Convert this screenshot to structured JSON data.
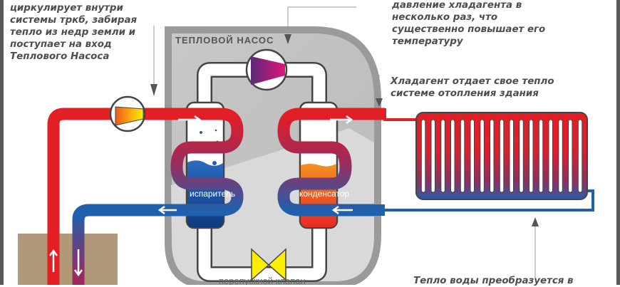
{
  "diagram": {
    "title": "ТЕПЛОВОЙ НАСОС",
    "components": {
      "evaporator_label": "испаритель",
      "condenser_label": "конденсатор",
      "bypass_valve_label": "перепускной клапан"
    },
    "notes": {
      "left": "циркулирует внутри\nсистемы тркб, забирая\nтепло из недр земли и\nпоступает на вход\nТеплового Насоса",
      "top_right": "давление хладагента в\nнесколько раз, что\nсущественно повышает его\nтемпературу",
      "right": "Хладагент отдает свое тепло\nсистеме отопления здания",
      "bottom": "Тепло воды преобразуется в"
    },
    "icons": {
      "circulation_pump": "pump-icon",
      "compressor": "compressor-icon",
      "valve": "bypass-valve-icon",
      "radiator": "radiator-icon"
    },
    "colors": {
      "hot_pipe": "#e31e24",
      "cold_pipe": "#2160ad",
      "ground": "#b09878",
      "housing": "#d9d9d9",
      "housing_border": "#9a9a9a",
      "condenser_fluid": "#f08a1c",
      "evaporator_fluid": "#1f5aa8",
      "valve": "#ffee00",
      "text": "#4d4d4d"
    },
    "radiator_fins": 17
  }
}
